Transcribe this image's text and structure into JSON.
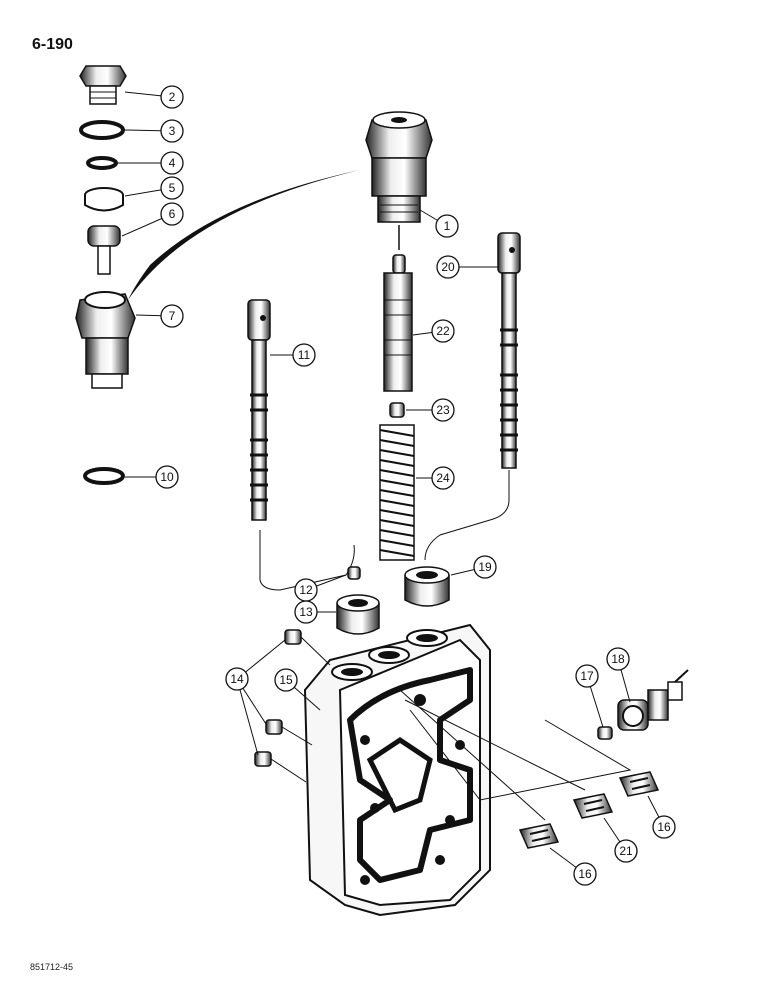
{
  "page": {
    "number": "6-190",
    "figure_code": "851712-45"
  },
  "callouts": [
    "2",
    "3",
    "4",
    "5",
    "6",
    "7",
    "1",
    "20",
    "22",
    "11",
    "23",
    "10",
    "24",
    "19",
    "12",
    "13",
    "14",
    "15",
    "17",
    "18",
    "16",
    "21",
    "16"
  ]
}
